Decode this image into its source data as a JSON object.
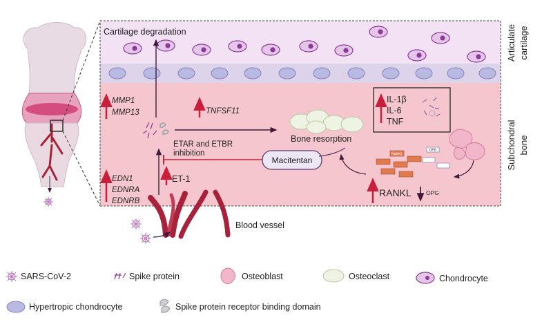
{
  "regions": {
    "cartilage_label": [
      "Articulate",
      "cartilage"
    ],
    "bone_label": [
      "Subchondral",
      "bone"
    ]
  },
  "pathway": {
    "cartilage_degradation": "Cartilage degradation",
    "mmp1": "MMP1",
    "mmp13": "MMP13",
    "tnfsf11": "TNFSF11",
    "bone_resorption": "Bone resorption",
    "cytokines": [
      "IL-1β",
      "IL-6",
      "TNF"
    ],
    "etar_etbr": [
      "ETAR and ETBR",
      "inhibition"
    ],
    "macitentan": "Macitentan",
    "et1": "ET-1",
    "edn1": "EDN1",
    "ednra": "EDNRA",
    "ednrb": "EDNRB",
    "blood_vessel": "Blood vessel",
    "rankl": "RANKL",
    "opg": "OPG",
    "rankl_tag": "RANKL",
    "opg_tag": "OPG"
  },
  "legend": {
    "sars": "SARS-CoV-2",
    "spike": "Spike protein",
    "osteoblast": "Osteoblast",
    "osteoclast": "Osteoclast",
    "chondrocyte": "Chondrocyte",
    "hypertropic": "Hypertropic chondrocyte",
    "rbd": "Spike protein receptor binding domain"
  },
  "colors": {
    "cartilage": "#f3e2f3",
    "hypertrophic_band": "#ddd3ea",
    "bone": "#f6c6ce",
    "arrow_red": "#c81f3a",
    "arrow_dark": "#3e1b3a",
    "chondrocyte_fill": "#e6c5ea",
    "chondrocyte_nucleus": "#8a3b96",
    "hyper_fill": "#b9b9e3",
    "vessel": "#a8213b"
  }
}
